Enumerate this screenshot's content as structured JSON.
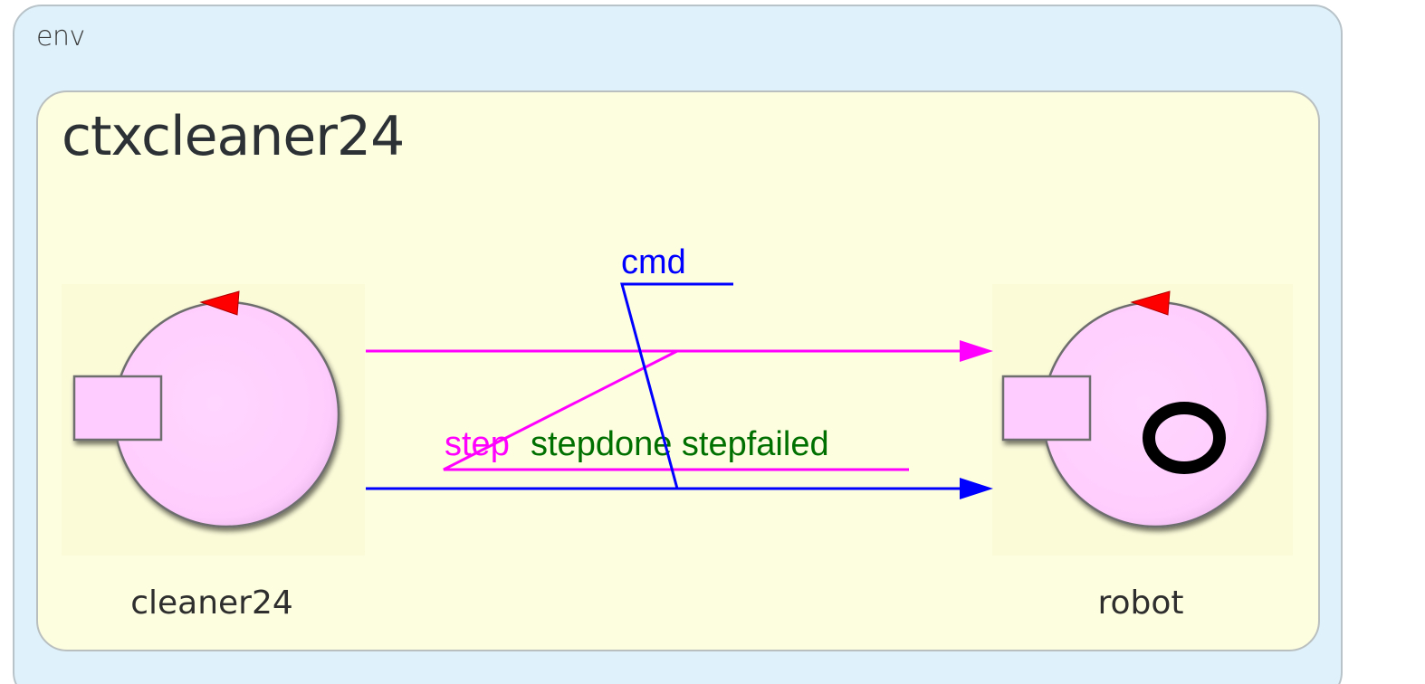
{
  "env": {
    "label": "env"
  },
  "context": {
    "title": "ctxcleaner24"
  },
  "nodes": [
    {
      "id": "cleaner24",
      "label": "cleaner24",
      "has_target_mark": false
    },
    {
      "id": "robot",
      "label": "robot",
      "has_target_mark": true
    }
  ],
  "links": [
    {
      "from": "cleaner24",
      "to": "robot",
      "color": "#ff00ff",
      "label": "step"
    },
    {
      "from": "cleaner24",
      "to": "robot",
      "color": "#0000ff",
      "label": "cmd"
    }
  ],
  "reply_labels": {
    "color": "#007000",
    "text": "stepdone stepfailed"
  },
  "colors": {
    "env_bg": "#dff2fb",
    "context_bg": "#fdfde0",
    "node_bg": "#fbfbd8",
    "robot_body": "#ffccff",
    "direction_flag": "#ff0000"
  }
}
